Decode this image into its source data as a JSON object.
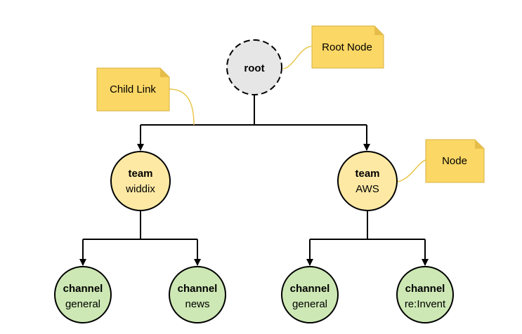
{
  "colors": {
    "root_fill": "#e6e6e6",
    "team_fill": "#fde9a4",
    "channel_fill": "#cde8b4",
    "note_fill": "#fbd765",
    "note_fold": "#e7bd4a",
    "note_stroke": "#d7b03f",
    "leader": "#e8c64b",
    "line": "#000000"
  },
  "root": {
    "label": "root"
  },
  "teams": [
    {
      "type": "team",
      "name": "widdix"
    },
    {
      "type": "team",
      "name": "AWS"
    }
  ],
  "channels": [
    {
      "type": "channel",
      "name": "general"
    },
    {
      "type": "channel",
      "name": "news"
    },
    {
      "type": "channel",
      "name": "general"
    },
    {
      "type": "channel",
      "name": "re:Invent"
    }
  ],
  "notes": {
    "root_node": "Root Node",
    "child_link": "Child Link",
    "node": "Node"
  }
}
